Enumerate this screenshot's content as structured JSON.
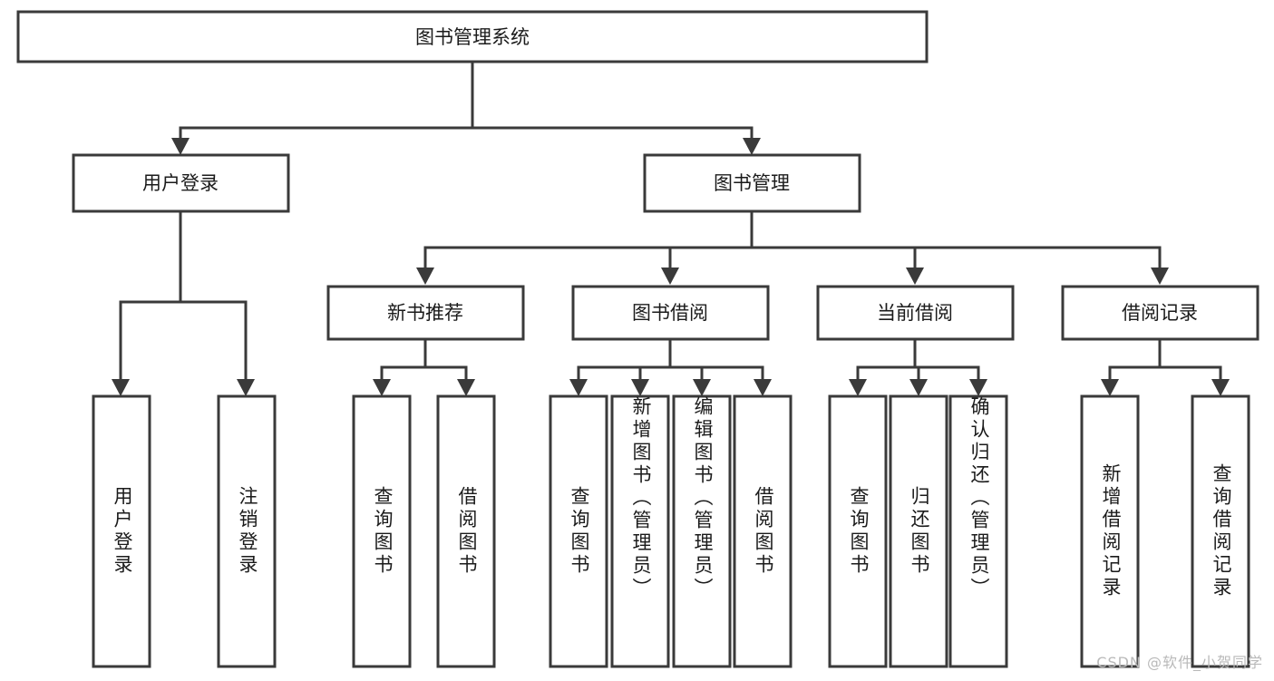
{
  "diagram": {
    "type": "tree-hierarchy",
    "title": "图书管理系统",
    "watermark": "CSDN @软件_小贺同学",
    "colors": {
      "box_stroke": "#3a3a3a",
      "box_fill": "#ffffff",
      "text": "#1b1b1b",
      "connector": "#3a3a3a",
      "watermark": "#b9b9b9",
      "background": "#ffffff"
    },
    "root": {
      "label": "图书管理系统",
      "orientation": "horizontal"
    },
    "level2": [
      {
        "label": "用户登录",
        "orientation": "horizontal"
      },
      {
        "label": "图书管理",
        "orientation": "horizontal"
      }
    ],
    "level3": [
      {
        "label": "新书推荐",
        "orientation": "horizontal"
      },
      {
        "label": "图书借阅",
        "orientation": "horizontal"
      },
      {
        "label": "当前借阅",
        "orientation": "horizontal"
      },
      {
        "label": "借阅记录",
        "orientation": "horizontal"
      }
    ],
    "leaves": {
      "user_login": [
        {
          "label": "用户登录",
          "orientation": "vertical"
        },
        {
          "label": "注销登录",
          "orientation": "vertical"
        }
      ],
      "new_book_recommend": [
        {
          "label": "查询图书",
          "orientation": "vertical"
        },
        {
          "label": "借阅图书",
          "orientation": "vertical"
        }
      ],
      "book_borrow": [
        {
          "label": "查询图书",
          "orientation": "vertical"
        },
        {
          "label": "新增图书（管理员）",
          "orientation": "vertical"
        },
        {
          "label": "编辑图书（管理员）",
          "orientation": "vertical"
        },
        {
          "label": "借阅图书",
          "orientation": "vertical"
        }
      ],
      "current_borrow": [
        {
          "label": "查询图书",
          "orientation": "vertical"
        },
        {
          "label": "归还图书",
          "orientation": "vertical"
        },
        {
          "label": "确认归还（管理员）",
          "orientation": "vertical"
        }
      ],
      "borrow_record": [
        {
          "label": "新增借阅记录",
          "orientation": "vertical"
        },
        {
          "label": "查询借阅记录",
          "orientation": "vertical"
        }
      ]
    }
  }
}
